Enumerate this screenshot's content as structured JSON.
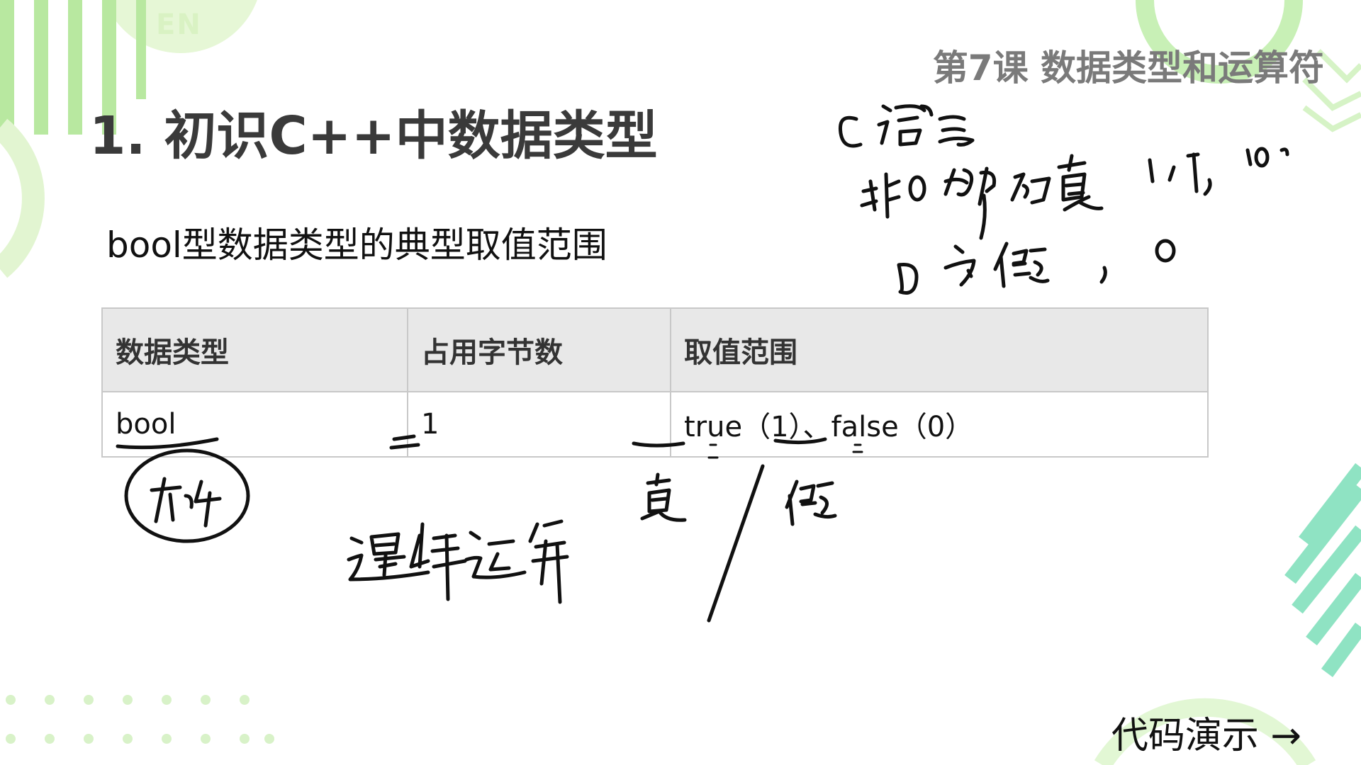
{
  "header": {
    "lang_badge": "EN",
    "lesson_title": "第7课 数据类型和运算符"
  },
  "section_title": "1. 初识C++中数据类型",
  "subtitle": "bool型数据类型的典型取值范围",
  "table": {
    "headers": [
      "数据类型",
      "占用字节数",
      "取值范围"
    ],
    "rows": [
      [
        "bool",
        "1",
        "true（1）、false（0）"
      ]
    ]
  },
  "footer": {
    "demo_link": "代码演示 →"
  },
  "colors": {
    "accent_green": "#a8e08a",
    "accent_teal": "#7fe0c0",
    "title_gray": "#3a3a3a",
    "lesson_gray": "#7a7a7a",
    "table_header_bg": "#e8e8e8",
    "ink": "#111111"
  }
}
